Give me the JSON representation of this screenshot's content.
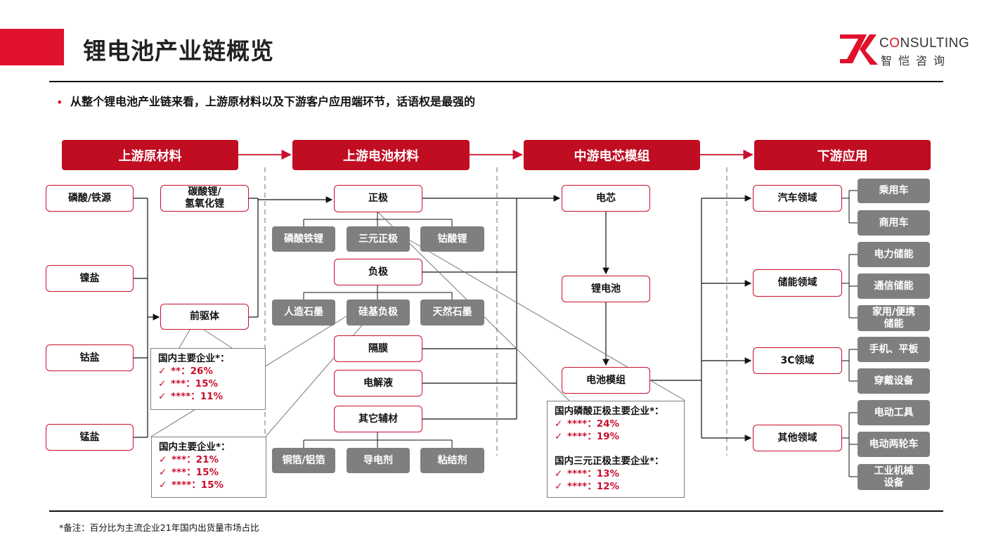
{
  "header": {
    "title": "锂电池产业链概览",
    "logo_text": "CONSULTING",
    "logo_subtext": "智恺咨询",
    "accent_color": "#e0112b"
  },
  "bullet": "从整个锂电池产业链来看，上游原材料以及下游客户应用端环节，话语权是最强的",
  "stages": [
    "上游原材料",
    "上游电池材料",
    "中游电芯模组",
    "下游应用"
  ],
  "raw_materials": {
    "phosphate_iron": "磷酸/铁源",
    "nickel": "镍盐",
    "cobalt": "钴盐",
    "manganese": "锰盐",
    "lithium_compounds": "碳酸锂/\n氢氧化锂",
    "precursor": "前驱体"
  },
  "battery_materials": {
    "cathode": "正极",
    "cathode_types": [
      "磷酸铁锂",
      "三元正极",
      "钴酸锂"
    ],
    "anode": "负极",
    "anode_types": [
      "人造石墨",
      "硅基负极",
      "天然石墨"
    ],
    "separator": "隔膜",
    "electrolyte": "电解液",
    "other_aux": "其它辅材",
    "aux_types": [
      "铜箔/铝箔",
      "导电剂",
      "粘结剂"
    ]
  },
  "midstream": {
    "cell": "电芯",
    "battery": "锂电池",
    "module": "电池模组"
  },
  "downstream": {
    "domains": [
      "汽车领域",
      "储能领域",
      "3C领域",
      "其他领域"
    ],
    "auto": [
      "乘用车",
      "商用车"
    ],
    "storage": [
      "电力储能",
      "通信储能",
      "家用/便携\n储能"
    ],
    "consumer": [
      "手机、平板",
      "穿戴设备"
    ],
    "other": [
      "电动工具",
      "电动两轮车",
      "工业机械\n设备"
    ]
  },
  "callouts": {
    "precursor": {
      "title": "国内主要企业*：",
      "rows": [
        {
          "mark": "✓",
          "text": "**：26%"
        },
        {
          "mark": "✓",
          "text": "***：15%"
        },
        {
          "mark": "✓",
          "text": "****：11%"
        }
      ]
    },
    "anode": {
      "title": "国内主要企业*：",
      "rows": [
        {
          "mark": "✓",
          "text": "***：21%"
        },
        {
          "mark": "✓",
          "text": "***：15%"
        },
        {
          "mark": "✓",
          "text": "****：15%"
        }
      ]
    },
    "cathode": {
      "title_lfp": "国内磷酸正极主要企业*：",
      "rows_lfp": [
        {
          "mark": "✓",
          "text": "****：24%"
        },
        {
          "mark": "✓",
          "text": "****：19%"
        }
      ],
      "title_ncm": "国内三元正极主要企业*：",
      "rows_ncm": [
        {
          "mark": "✓",
          "text": "****：13%"
        },
        {
          "mark": "✓",
          "text": "****：12%"
        }
      ]
    }
  },
  "footnote": "*备注：百分比为主流企业21年国内出货量市场占比"
}
